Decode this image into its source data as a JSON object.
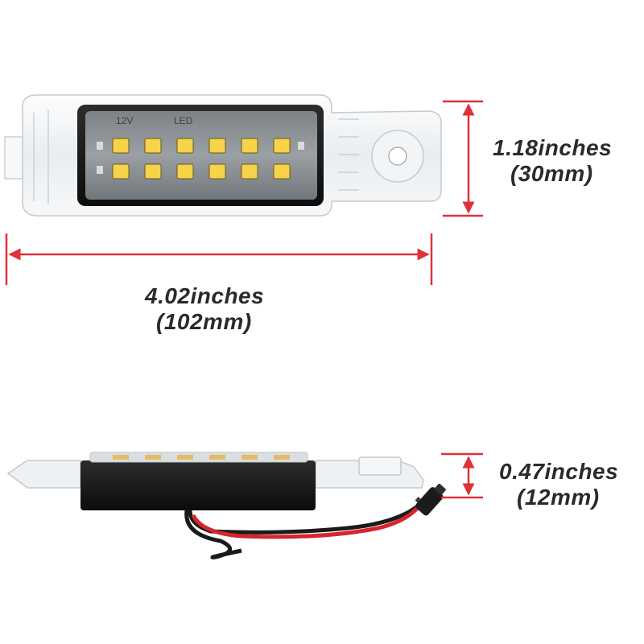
{
  "product": {
    "board_marking": "12V",
    "board_marking_2": "LED"
  },
  "dimensions": {
    "width": {
      "imperial": "4.02inches",
      "metric": "(102mm)"
    },
    "height": {
      "imperial": "1.18inches",
      "metric": "(30mm)"
    },
    "depth": {
      "imperial": "0.47inches",
      "metric": "(12mm)"
    }
  },
  "colors": {
    "dimension_line": "#e0303a",
    "housing": "#f4f6f8",
    "lens_frame": "#1b1b1b",
    "led": "#f7d34a",
    "wire_red": "#d6262d",
    "wire_black": "#1a1a1a"
  }
}
